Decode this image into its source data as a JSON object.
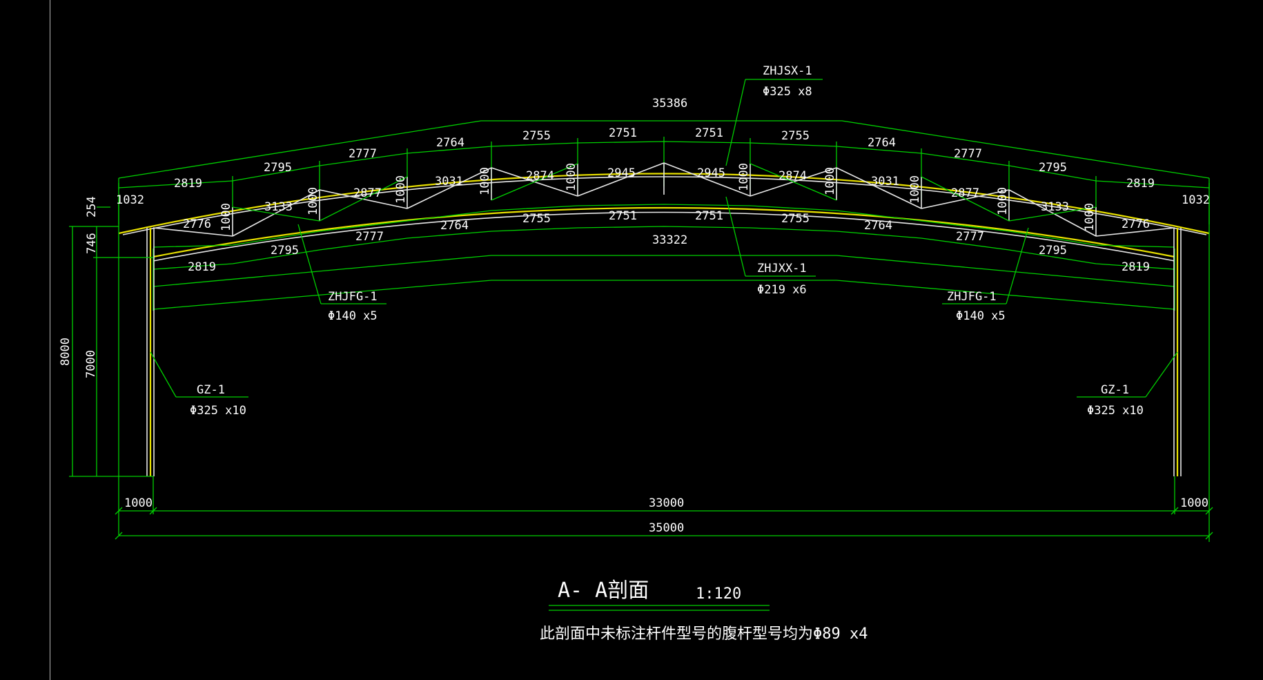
{
  "title": "A- A剖面",
  "scale": "1:120",
  "note": "此剖面中未标注杆件型号的腹杆型号均为Φ89 x4",
  "labels": {
    "zhjsx_name": "ZHJSX-1",
    "zhjsx_spec": "Φ325 x8",
    "zhjxx_name": "ZHJXX-1",
    "zhjxx_spec": "Φ219 x6",
    "zhjfg_left_name": "ZHJFG-1",
    "zhjfg_left_spec": "Φ140 x5",
    "zhjfg_right_name": "ZHJFG-1",
    "zhjfg_right_spec": "Φ140 x5",
    "gz_left_name": "GZ-1",
    "gz_left_spec": "Φ325 x10",
    "gz_right_name": "GZ-1",
    "gz_right_spec": "Φ325 x10"
  },
  "dimensions": {
    "top_arc_total": "35386",
    "bottom_arc_total": "33322",
    "top_arcs": [
      "1032",
      "2819",
      "2795",
      "2777",
      "2764",
      "2755",
      "2751",
      "2751",
      "2755",
      "2764",
      "2777",
      "2795",
      "2819",
      "1032"
    ],
    "upper_chord_lower_arcs": [
      "2755",
      "2751",
      "2751",
      "2755"
    ],
    "lower_chord_arcs_left": [
      "2819",
      "2795",
      "2777",
      "2764"
    ],
    "lower_chord_arcs_right": [
      "2764",
      "2777",
      "2795",
      "2819"
    ],
    "web_lengths_left": [
      "2776",
      "3133",
      "2877",
      "3031",
      "2874",
      "2945"
    ],
    "web_lengths_right": [
      "2945",
      "2874",
      "3031",
      "2877",
      "3133",
      "2776"
    ],
    "verticals": [
      "1000",
      "1000",
      "1000",
      "1000",
      "1000",
      "1000",
      "1000",
      "1000",
      "1000",
      "1000"
    ],
    "height_254": "254",
    "height_746": "746",
    "height_8000": "8000",
    "height_7000": "7000",
    "span_left_1000": "1000",
    "span_33000": "33000",
    "span_right_1000": "1000",
    "span_35000": "35000"
  }
}
